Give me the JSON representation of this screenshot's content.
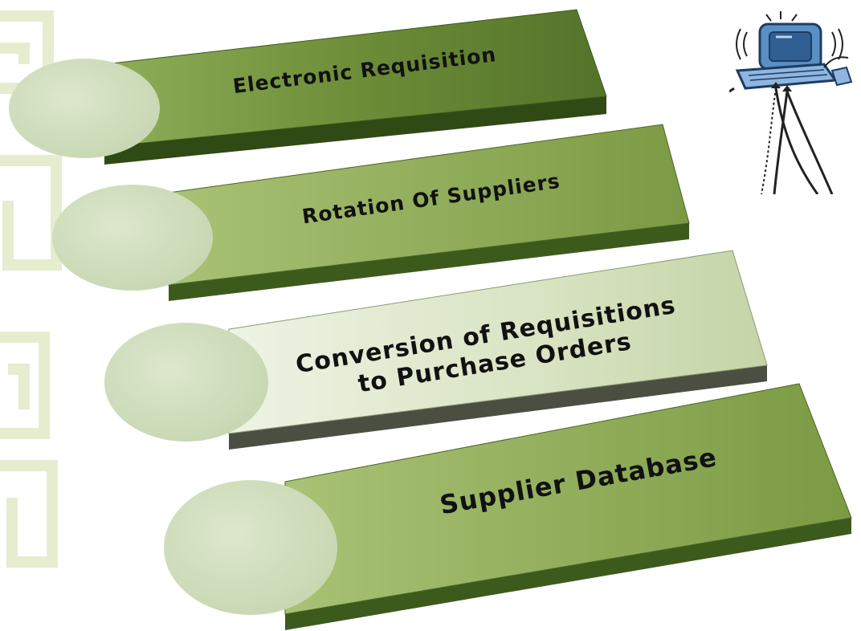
{
  "diagram": {
    "steps": [
      {
        "lines": [
          "Electronic Requisition"
        ]
      },
      {
        "lines": [
          "Rotation Of Suppliers"
        ]
      },
      {
        "lines": [
          "Conversion of Requisitions",
          "to Purchase Orders"
        ]
      },
      {
        "lines": [
          "Supplier Database"
        ]
      }
    ]
  },
  "icons": {
    "illustration": "computer-icon",
    "decoration": "background-pattern"
  },
  "colors": {
    "banner_dark": "#5e7d2e",
    "banner_mid": "#8fae5a",
    "banner_light": "#dfe8cf",
    "banner_edge": "#4a6524",
    "circle_fill": "#cfdcbd",
    "deco_stroke": "#e6edcf"
  }
}
